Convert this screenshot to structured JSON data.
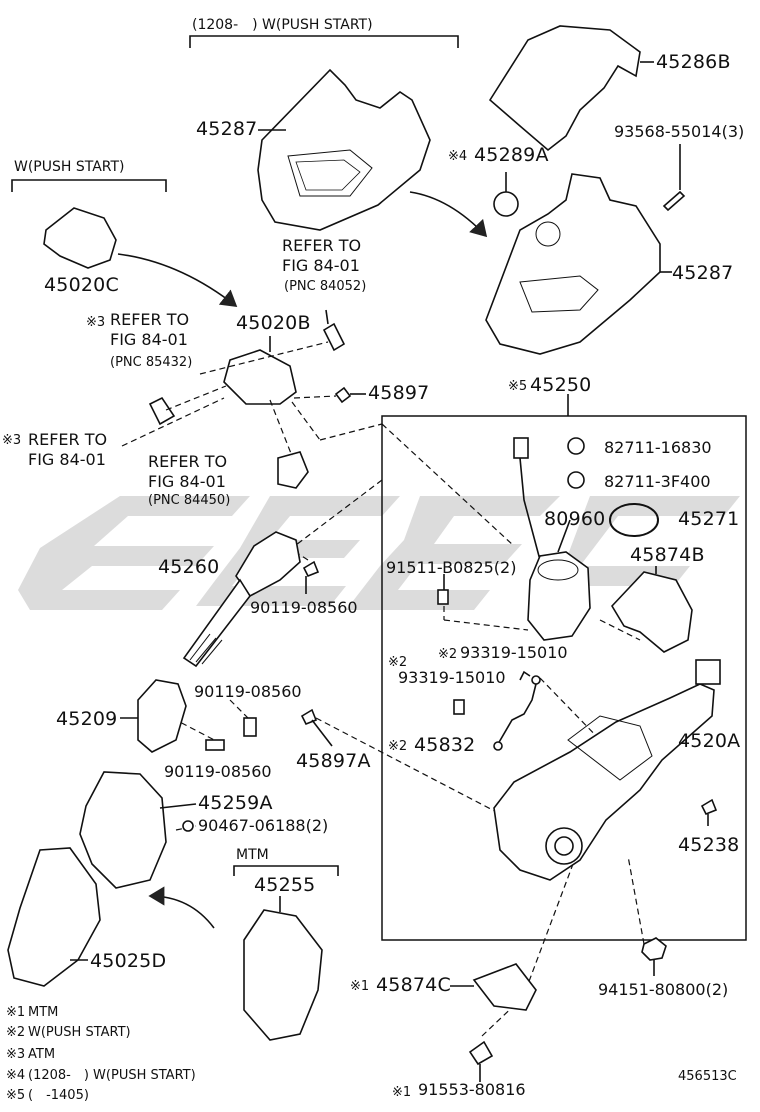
{
  "diagram": {
    "id": "456513C",
    "headers": {
      "top_push_start": "(1208-　) W(PUSH START)",
      "left_push_start": "W(PUSH START)",
      "mtm": "MTM"
    },
    "parts": {
      "p45287_top": "45287",
      "p45286B": "45286B",
      "p93568": "93568-55014(3)",
      "p45289A_mark": "※4",
      "p45289A": "45289A",
      "p45287_right": "45287",
      "p45020C": "45020C",
      "p45020B": "45020B",
      "p45897": "45897",
      "p45250_mark": "※5",
      "p45250": "45250",
      "p82711_16830": "82711-16830",
      "p82711_3F400": "82711-3F400",
      "p80960": "80960",
      "p45271": "45271",
      "p45874B": "45874B",
      "p91511": "91511-B0825(2)",
      "p93319_a_mark": "※2",
      "p93319_a": "93319-15010",
      "p93319_b_mark": "※2",
      "p93319_b": "93319-15010",
      "p45832_mark": "※2",
      "p45832": "45832",
      "p4520A": "4520A",
      "p45238": "45238",
      "p45260": "45260",
      "p90119_a": "90119-08560",
      "p90119_b": "90119-08560",
      "p90119_c": "90119-08560",
      "p45209": "45209",
      "p45897A": "45897A",
      "p45259A": "45259A",
      "p90467": "90467-06188(2)",
      "p45255": "45255",
      "p45025D": "45025D",
      "p94151": "94151-80800(2)",
      "p45874C_mark": "※1",
      "p45874C": "45874C",
      "p91553_mark": "※1",
      "p91553": "91553-80816"
    },
    "references": {
      "ref1_line1": "REFER TO",
      "ref1_line2": "FIG 84-01",
      "ref1_line3": "(PNC 84052)",
      "ref2_mark": "※3",
      "ref2_line1": "REFER TO",
      "ref2_line2": "FIG 84-01",
      "ref2_line3": "(PNC 85432)",
      "ref3_mark": "※3",
      "ref3_line1": "REFER TO",
      "ref3_line2": "FIG 84-01",
      "ref4_line1": "REFER TO",
      "ref4_line2": "FIG 84-01",
      "ref4_line3": "(PNC 84450)"
    },
    "legend": [
      {
        "mark": "※1",
        "text": "MTM"
      },
      {
        "mark": "※2",
        "text": "W(PUSH START)"
      },
      {
        "mark": "※3",
        "text": "ATM"
      },
      {
        "mark": "※4",
        "text": "(1208-　) W(PUSH START)"
      },
      {
        "mark": "※5",
        "text": "(　-1405)"
      }
    ]
  }
}
